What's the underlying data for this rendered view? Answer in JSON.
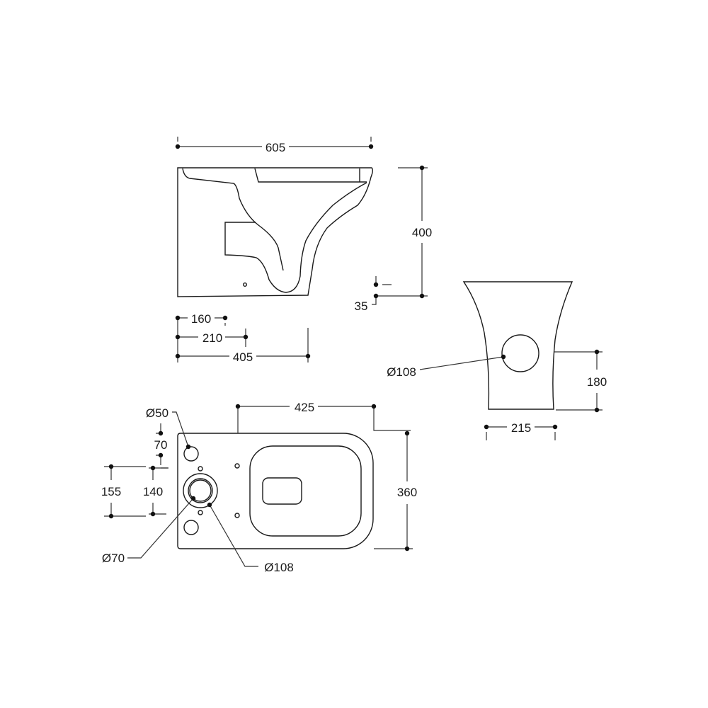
{
  "drawing": {
    "side_view": {
      "width": "605",
      "height": "400",
      "bottom_offset": "35",
      "dim_160": "160",
      "dim_210": "210",
      "dim_405": "405"
    },
    "front_view": {
      "outlet_diameter": "Ø108",
      "outlet_height": "180",
      "base_width": "215"
    },
    "top_view": {
      "length": "425",
      "width": "360",
      "pipe_diameter_small": "Ø50",
      "spacing_70": "70",
      "spacing_155": "155",
      "spacing_140": "140",
      "inner_diameter": "Ø70",
      "outer_diameter": "Ø108"
    }
  }
}
